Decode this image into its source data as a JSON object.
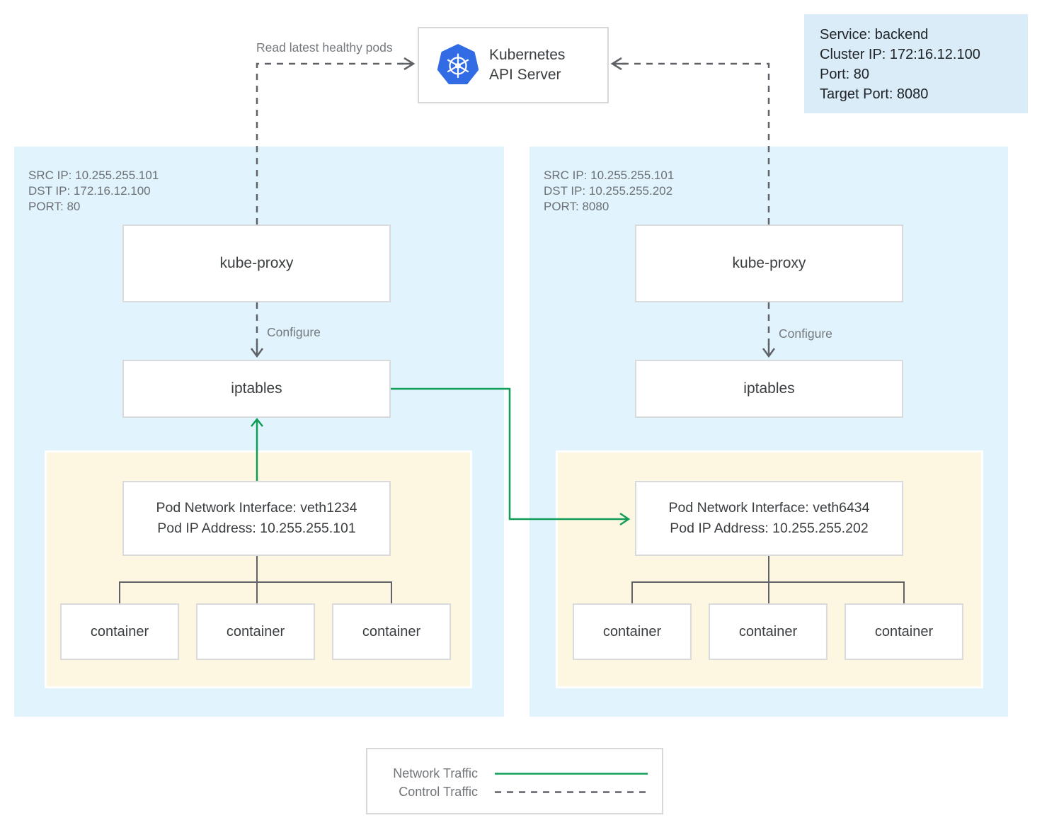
{
  "colors": {
    "network_traffic_green": "#0f9d58",
    "control_traffic_gray": "#5f6368",
    "connector_gray": "#5f6368",
    "node_bg_blue": "#e1f3fc",
    "pod_bg_yellow": "#fdf6e1",
    "service_box_bg_blue": "#d9ecf7",
    "kubernetes_blue": "#326ce5"
  },
  "api_server": {
    "name_line1": "Kubernetes",
    "name_line2": "API Server"
  },
  "service": {
    "service_line": "Service: backend",
    "cluster_ip_line": "Cluster IP: 172:16.12.100",
    "port_line": "Port: 80",
    "target_port_line": "Target Port: 8080"
  },
  "annotations": {
    "read_latest_healthy_pods": "Read latest healthy pods",
    "configure_left": "Configure",
    "configure_right": "Configure"
  },
  "node_left": {
    "src_ip": "SRC IP: 10.255.255.101",
    "dst_ip": "DST IP: 172.16.12.100",
    "port": "PORT: 80",
    "kube_proxy_label": "kube-proxy",
    "iptables_label": "iptables",
    "pod": {
      "interface_line": "Pod Network Interface: veth1234",
      "ip_line": "Pod IP Address: 10.255.255.101",
      "containers": [
        "container",
        "container",
        "container"
      ]
    }
  },
  "node_right": {
    "src_ip": "SRC IP: 10.255.255.101",
    "dst_ip": "DST IP: 10.255.255.202",
    "port": "PORT: 8080",
    "kube_proxy_label": "kube-proxy",
    "iptables_label": "iptables",
    "pod": {
      "interface_line": "Pod Network Interface: veth6434",
      "ip_line": "Pod IP Address: 10.255.255.202",
      "containers": [
        "container",
        "container",
        "container"
      ]
    }
  },
  "legend": {
    "network_traffic_label": "Network Traffic",
    "control_traffic_label": "Control Traffic"
  }
}
